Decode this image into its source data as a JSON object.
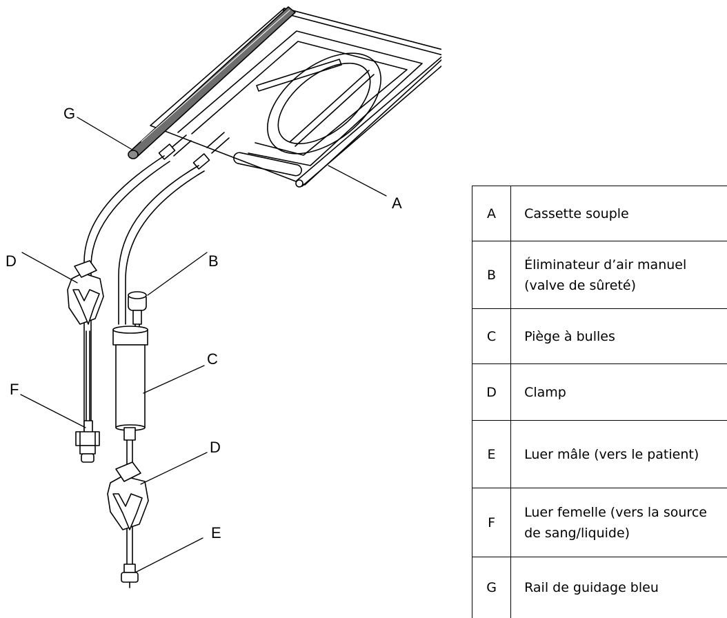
{
  "callouts": {
    "a": "A",
    "b": "B",
    "c": "C",
    "d_upper": "D",
    "d_lower": "D",
    "e": "E",
    "f": "F",
    "g": "G"
  },
  "legend": [
    {
      "key": "A",
      "label": "Cassette souple"
    },
    {
      "key": "B",
      "label": "Éliminateur d’air manuel (valve de sûreté)"
    },
    {
      "key": "C",
      "label": "Piège à bulles"
    },
    {
      "key": "D",
      "label": "Clamp"
    },
    {
      "key": "E",
      "label": "Luer mâle (vers le patient)"
    },
    {
      "key": "F",
      "label": "Luer femelle (vers la source de sang/liquide)"
    },
    {
      "key": "G",
      "label": "Rail de guidage bleu"
    }
  ]
}
